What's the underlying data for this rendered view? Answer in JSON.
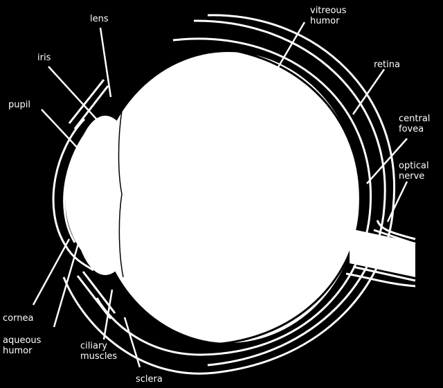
{
  "colors": {
    "background": "#000000",
    "line": "#ffffff",
    "fill": "#ffffff"
  },
  "labels": {
    "lens": "lens",
    "vitreous_humor": "vitreous\nhumor",
    "iris": "iris",
    "retina": "retina",
    "pupil": "pupil",
    "central_fovea": "central\nfovea",
    "optical_nerve": "optical\nnerve",
    "cornea": "cornea",
    "aqueous_humor": "aqueous\nhumor",
    "ciliary_muscles": "ciliary\nmuscles",
    "sclera": "sclera"
  }
}
